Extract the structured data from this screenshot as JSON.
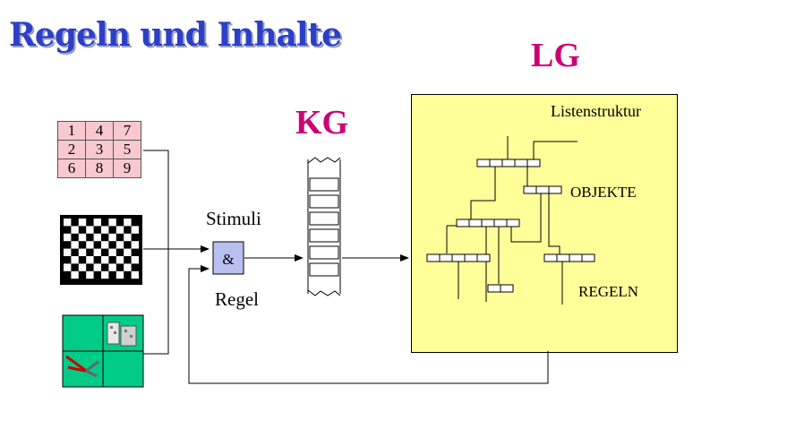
{
  "title": "Regeln und Inhalte",
  "labels": {
    "lg": "LG",
    "kg": "KG",
    "stimuli": "Stimuli",
    "regel": "Regel",
    "gate": "&",
    "listenstruktur": "Listenstruktur",
    "objekte": "OBJEKTE",
    "regeln": "REGELN"
  },
  "number_grid": [
    [
      "1",
      "4",
      "7"
    ],
    [
      "2",
      "3",
      "5"
    ],
    [
      "6",
      "8",
      "9"
    ]
  ],
  "colors": {
    "title": "#2b3fc8",
    "accent": "#cc0077",
    "lg_box": "#ffff99",
    "grid_cell": "#f8c8d0",
    "tile_green": "#00cc88",
    "gate": "#b8c0f0"
  },
  "icons": [
    "checkerboard-icon",
    "building-icon",
    "pliers-icon"
  ]
}
